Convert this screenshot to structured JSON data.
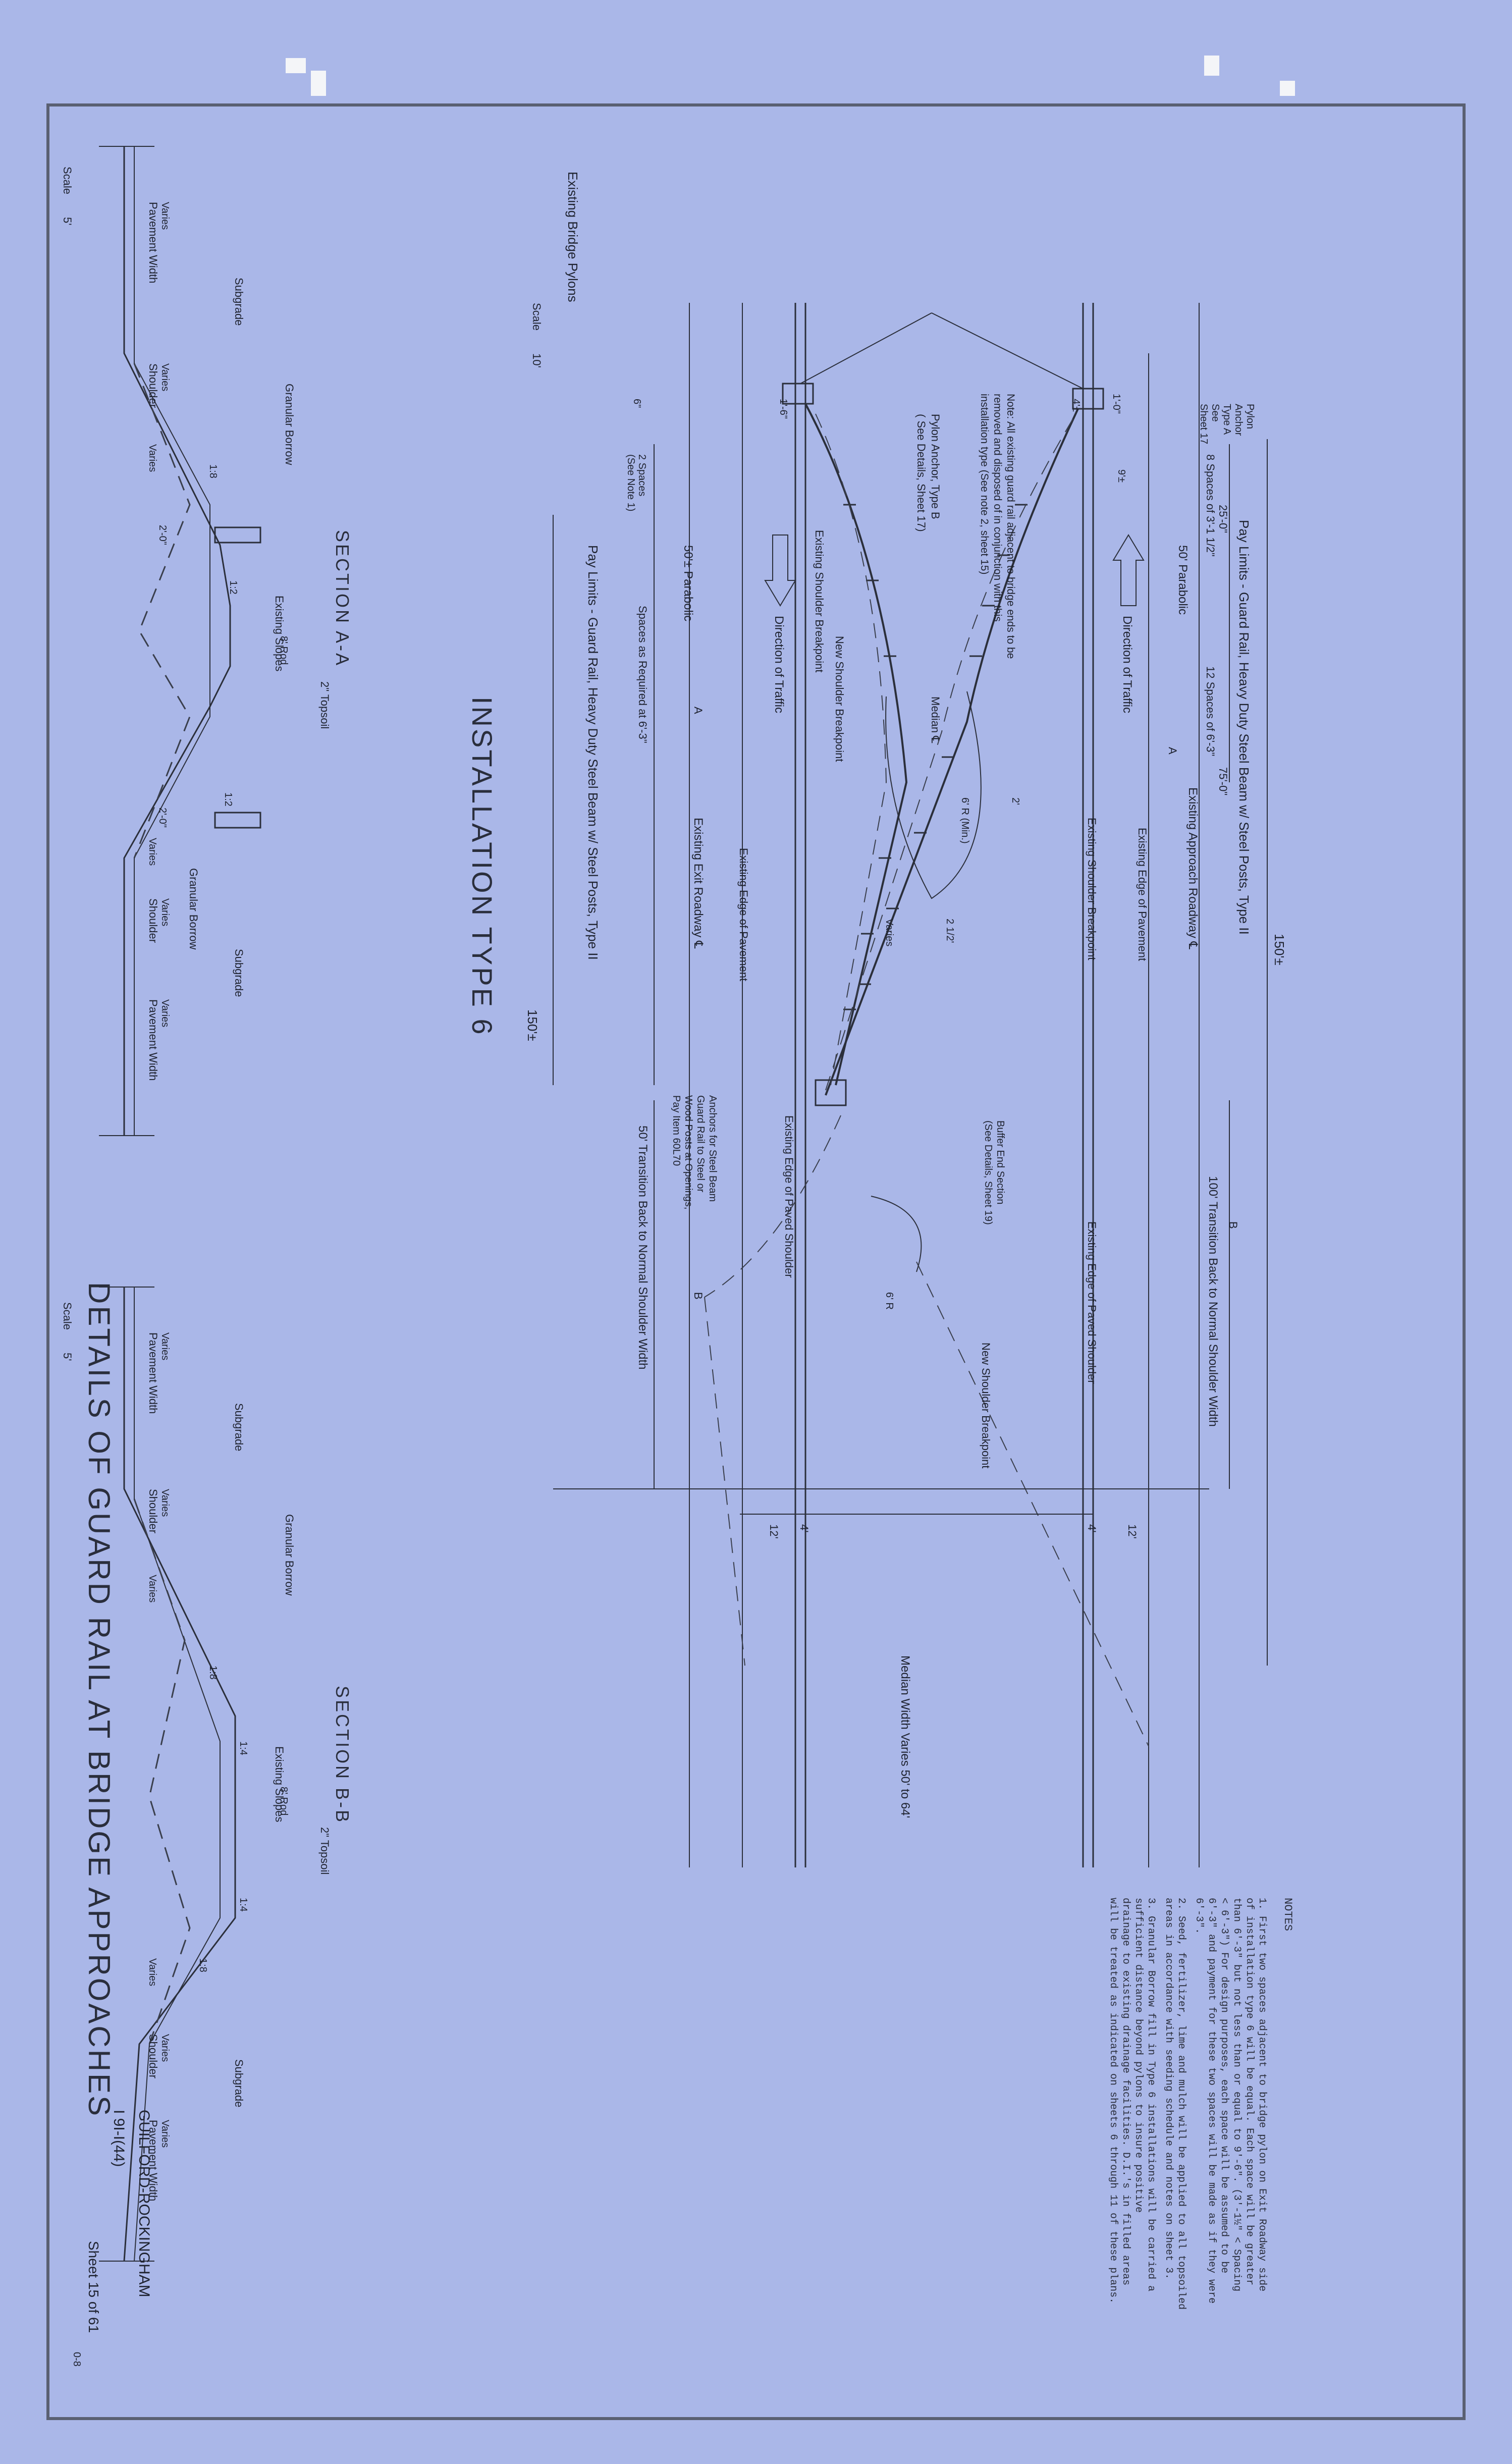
{
  "title": "DETAILS OF GUARD RAIL AT BRIDGE APPROACHES",
  "installation": "INSTALLATION TYPE 6",
  "project": {
    "county": "GUILFORD-ROCKINGHAM",
    "route": "I 9I-I(44)",
    "sheet": "Sheet 15 of 61",
    "code": "0-8"
  },
  "notes": {
    "heading": "NOTES",
    "n1": [
      "1. First two spaces adjacent to bridge pylon on Exit Roadway side",
      "of installation type 6 will be equal. Each space will be greater",
      "than 6'-3\" but not less than or equal to 9'-6\". (3'-1½\" < Spacing",
      "< 6'-3\") For design purposes, each space will be assumed to be",
      "6'-3\" and payment for these two spaces will be made as if they were",
      "6'-3\"."
    ],
    "n2": [
      "2. Seed, fertilizer, lime and mulch will be applied to all topsoiled",
      "areas in accordance with seeding schedule and notes on sheet 3."
    ],
    "n3": [
      "3. Granular Borrow fill in Type 6 installations will be carried a",
      "sufficient distance beyond pylons to insure positive",
      "drainage to existing drainage facilities. D.I.'s in filled areas",
      "will be treated as indicated on sheets 6 through 11 of these plans."
    ]
  },
  "plan": {
    "pay_limits_top": "Pay Limits - Guard Rail, Heavy Duty Steel Beam w/ Steel Posts, Type II",
    "pay_limits_bottom": "Pay Limits - Guard Rail, Heavy Duty Steel Beam w/ Steel Posts, Type II",
    "pylon_anchor_a": [
      "Pylon",
      "Anchor",
      "Type A",
      "See",
      "Sheet 17"
    ],
    "pylon_anchor_b": [
      "Pylon Anchor, Type B",
      "( See Details, Sheet 17)"
    ],
    "existing_bridge_pylons": "Existing Bridge Pylons",
    "note_all": [
      "Note: All existing guard rail adjacent to bridge ends to be",
      "removed and disposed of in conjunction with this",
      "installation type (See note 2, sheet 15)"
    ],
    "direction_traffic": "Direction of Traffic",
    "spaces_8": "8 Spaces of 3'-1 1/2\"",
    "spaces_12": "12 Spaces of 6'-3\"",
    "dim_25": "25'-0\"",
    "dim_75": "75'-0\"",
    "parabolic_top": "50' Parabolic",
    "parabolic_bottom": "50'± Parabolic",
    "spaces_req": "Spaces as Required at 6'-3\"",
    "two_spaces": [
      "2 Spaces",
      "(See Note 1)"
    ],
    "existing_approach": "Existing Approach Roadway ℄",
    "existing_exit": "Existing Exit Roadway ℄",
    "edge_pavement_top": "Existing Edge of Pavement",
    "edge_pavement_bottom": "Existing Edge of Pavement",
    "shoulder_bp_top": "Existing Shoulder Breakpoint",
    "shoulder_bp_bottom": "Existing Shoulder Breakpoint",
    "new_shoulder_bp": "New Shoulder Breakpoint",
    "new_shoulder_bp2": "New Shoulder Breakpoint",
    "median": "Median ℄",
    "radius_6": "6' R (Min.)",
    "radius_6b": "6' R",
    "varies": "Varies",
    "slope_2": "2'",
    "slope_212": "2 1/2'",
    "anchors": [
      "Anchors for Steel Beam",
      "Guard Rail to Steel or",
      "Wood Posts at Openings,",
      "Pay Item 60L70"
    ],
    "buffer_end": [
      "Buffer End Section",
      "(See Details, Sheet 19)"
    ],
    "edge_paved_shoulder_top": "Existing Edge of Paved Shoulder",
    "edge_paved_shoulder_bottom": "Existing Edge of Paved Shoulder",
    "transition_100": "100' Transition Back to Normal Shoulder Width",
    "transition_50": "50' Transition Back to Normal Shoulder Width",
    "dim_150": "150'±",
    "median_width": "Median Width Varies 50' to 64'",
    "dim_12": "12'",
    "dim_4": "4'",
    "dim_1_0": "1'-0\"",
    "dim_9": "9'±",
    "dim_4b": "4'±",
    "dim_1_6": "1'-6\"",
    "dim_6": "6\"",
    "sec_a": "A",
    "sec_b": "B",
    "scale_label": "Scale",
    "scale_value": "10'"
  },
  "section_aa": {
    "label": "SECTION A-A",
    "pavement_width": "Pavement Width",
    "varies": "Varies",
    "shoulder": "Shoulder",
    "subgrade": "Subgrade",
    "granular_borrow": "Granular Borrow",
    "existing_slopes": "Existing Slopes",
    "topsoil": "2\" Topsoil",
    "rod": "8' Rod",
    "s18": "1:8",
    "s12": "1:2",
    "s12b": "1:2",
    "dim_2_0": "2'-0\"",
    "dim_2_0b": "2'-0\"",
    "scale_label": "Scale",
    "scale_value": "5'"
  },
  "section_bb": {
    "label": "SECTION B-B",
    "pavement_width": "Pavement Width",
    "varies": "Varies",
    "shoulder": "Shoulder",
    "subgrade": "Subgrade",
    "granular_borrow": "Granular Borrow",
    "existing_slopes": "Existing Slopes",
    "topsoil": "2\" Topsoil",
    "rod": "8' Rod",
    "s18": "1:8",
    "s14": "1:4",
    "s14b": "1:4",
    "s18b": "1:8",
    "scale_label": "Scale",
    "scale_value": "5'"
  },
  "colors": {
    "paper": "#aab7e8",
    "ink": "#2b2f3b",
    "border": "#5a6072"
  }
}
